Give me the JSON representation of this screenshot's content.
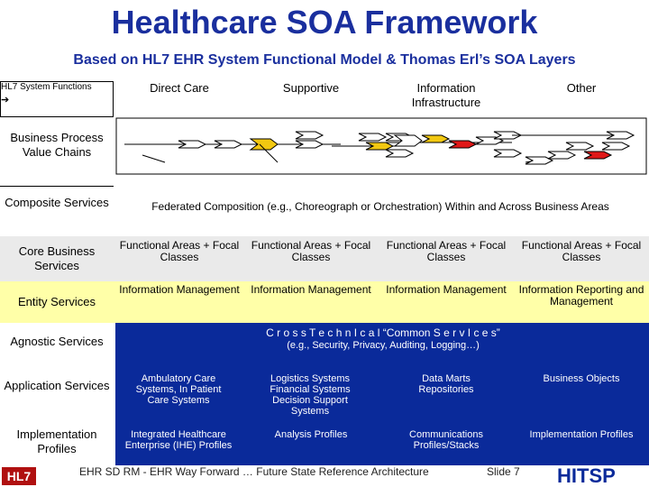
{
  "title": "Healthcare SOA Framework",
  "subtitle": "Based on HL7 EHR System Functional Model & Thomas Erl’s SOA Layers",
  "header": {
    "functions_label": "HL7 System Functions",
    "arrow": "➔",
    "columns": [
      "Direct Care",
      "Supportive",
      "Information Infrastructure",
      "Other"
    ]
  },
  "rows": {
    "business_process": "Business Process Value Chains",
    "composite": "Composite Services",
    "composite_text": "Federated Composition (e.g., Choreograph or Orchestration) Within and Across Business Areas",
    "core_business": "Core Business Services",
    "core_cells": [
      "Functional Areas + Focal Classes",
      "Functional Areas + Focal Classes",
      "Functional Areas + Focal Classes",
      "Functional Areas + Focal Classes"
    ],
    "entity": "Entity Services",
    "entity_cells": [
      "Information Management",
      "Information Management",
      "Information Management",
      "Information Reporting and Management"
    ],
    "agnostic": "Agnostic Services",
    "agnostic_line1": "C r o s s T e c h n I c a l “Common S e r v I c e s”",
    "agnostic_line2": "(e.g., Security, Privacy, Auditing, Logging…)",
    "application": "Application Services",
    "application_cells": [
      "Ambulatory Care Systems, In Patient Care Systems",
      "Logistics Systems Financial Systems Decision Support Systems",
      "Data Marts Repositories",
      "Business Objects"
    ],
    "implementation": "Implementation Profiles",
    "implementation_cells": [
      "Integrated Healthcare Enterprise (IHE) Profiles",
      "Analysis Profiles",
      "Communications Profiles/Stacks",
      "Implementation Profiles"
    ]
  },
  "footer": {
    "text": "EHR SD RM - EHR Way Forward … Future State Reference Architecture",
    "slide": "Slide 7",
    "left_logo": "HL7",
    "right_logo": "HITSP"
  },
  "colors": {
    "title_blue": "#1a2f9e",
    "core_band": "#eaeaea",
    "entity_band": "#ffffa8",
    "blue_band": "#0a2a9a",
    "node_yellow": "#f2c811",
    "node_red": "#e01818"
  }
}
